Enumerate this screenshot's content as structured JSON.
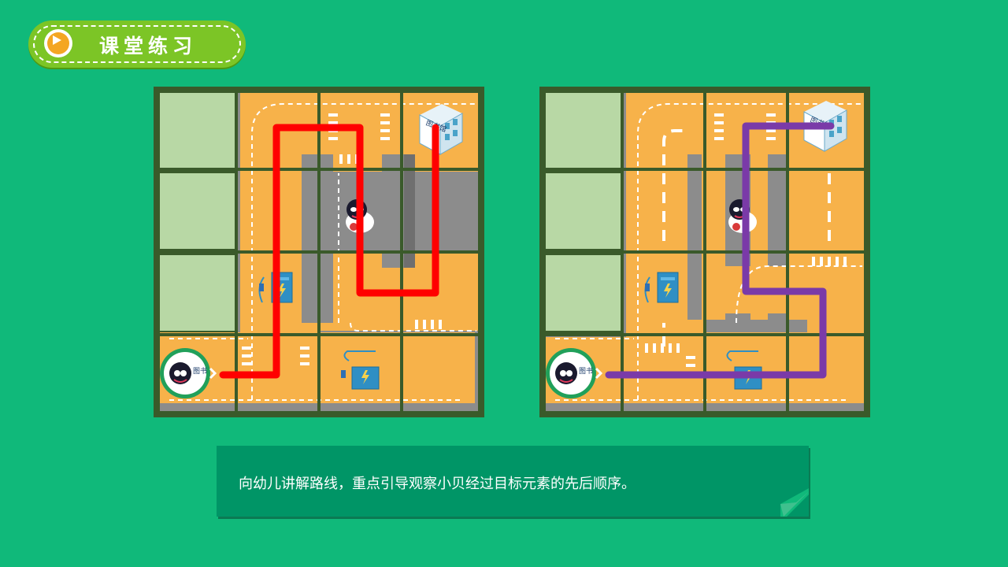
{
  "header": {
    "title": "课堂练习",
    "icon": "play-icon"
  },
  "maps": [
    {
      "id": "left",
      "route_color": "#ff0000",
      "destination_sign": "图书馆",
      "start_sign": "图书"
    },
    {
      "id": "right",
      "route_color": "#7a3aa8",
      "destination_sign": "图书馆",
      "start_sign": "图书"
    }
  ],
  "note": {
    "text": "向幼儿讲解路线，重点引导观察小贝经过目标元素的先后顺序。"
  },
  "colors": {
    "background": "#10b97a",
    "grid_line": "#3a5a2a",
    "grass": "#b8d8a5",
    "asphalt": "#8c8c8c",
    "sidewalk": "#f7b24a"
  }
}
